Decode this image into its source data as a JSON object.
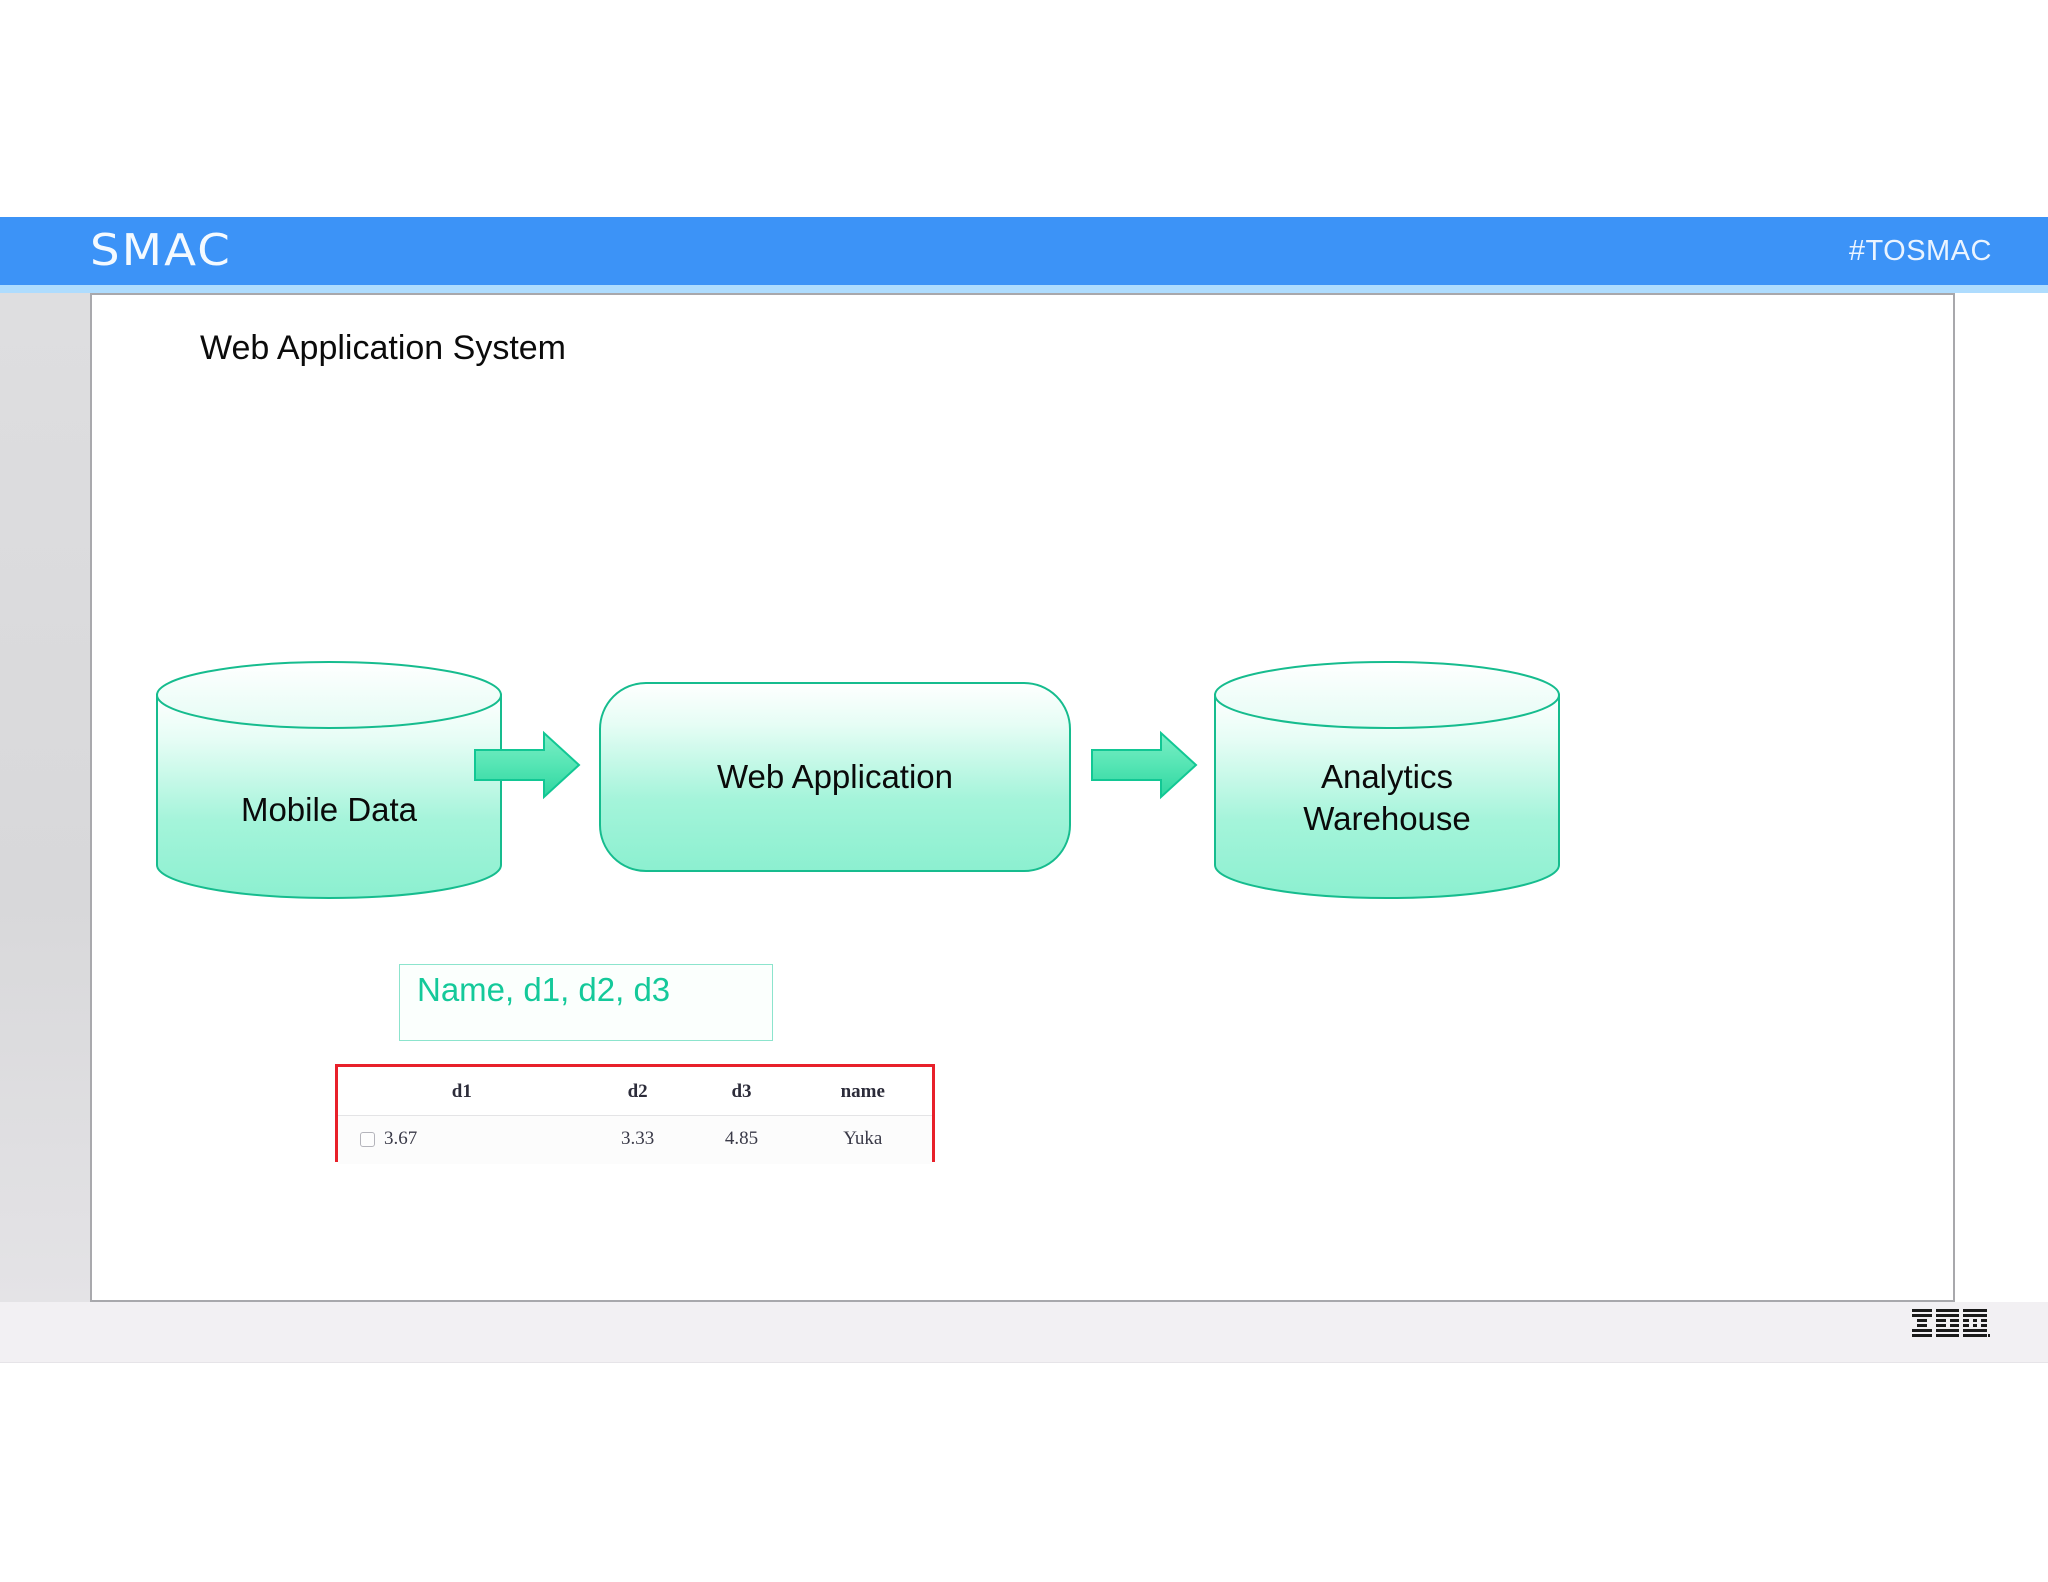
{
  "header": {
    "logo_text": "SMAC",
    "logo_icon": "smac-wordmark",
    "hashtag": "#TOSMAC",
    "bar_color": "#3C93F7",
    "underline_color": "#AEDCFE"
  },
  "slide": {
    "title": "Web Application System",
    "footer_logo": "ibm-logo",
    "background": "#FFFFFF"
  },
  "diagram": {
    "accent_green": "#14C99A",
    "node_fill_light": "#FFFFFF",
    "node_fill_mint": "#8EF2D0",
    "nodes": [
      {
        "id": "mobile-data",
        "label": "Mobile Data",
        "shape": "cylinder"
      },
      {
        "id": "web-application",
        "label": "Web Application",
        "shape": "rounded-rect"
      },
      {
        "id": "analytics-warehouse",
        "label_line1": "Analytics",
        "label_line2": "Warehouse",
        "shape": "cylinder"
      }
    ],
    "arrows": [
      {
        "id": "arrow-1",
        "from": "mobile-data",
        "to": "web-application",
        "direction": "right"
      },
      {
        "id": "arrow-2",
        "from": "web-application",
        "to": "analytics-warehouse",
        "direction": "right"
      }
    ],
    "annotation": {
      "text": "Name, d1, d2, d3",
      "border_color": "#8CE4CD",
      "text_color": "#14C99A"
    }
  },
  "table": {
    "highlight_border_color": "#E8202A",
    "columns": [
      "d1",
      "d2",
      "d3",
      "name"
    ],
    "rows": [
      {
        "checkbox": false,
        "d1": "3.67",
        "d2": "3.33",
        "d3": "4.85",
        "name": "Yuka"
      }
    ]
  }
}
